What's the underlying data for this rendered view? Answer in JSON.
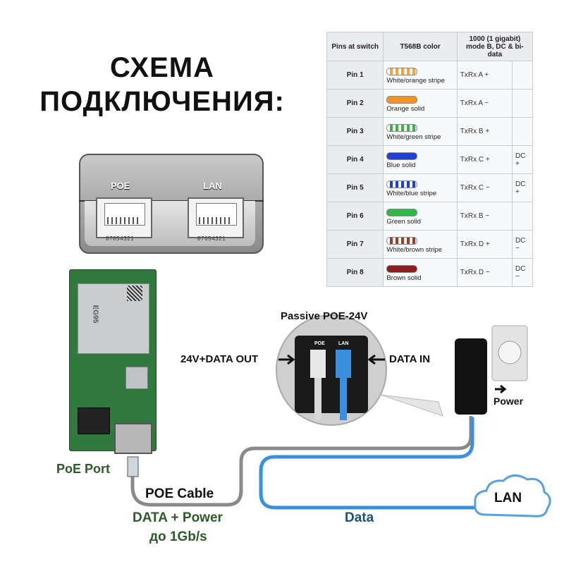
{
  "title": {
    "line1": "СХЕМА",
    "line2": "ПОДКЛЮЧЕНИЯ:"
  },
  "pin_table": {
    "headers": [
      "Pins at switch",
      "T568B color",
      "1000 (1 gigabit) mode B, DC & bi-data"
    ],
    "rows": [
      {
        "pin": "Pin 1",
        "color": "White/orange stripe",
        "wire": "#f7a536",
        "striped": true,
        "signal": "TxRx A +",
        "dc": ""
      },
      {
        "pin": "Pin 2",
        "color": "Orange solid",
        "wire": "#f7941d",
        "striped": false,
        "signal": "TxRx A −",
        "dc": ""
      },
      {
        "pin": "Pin 3",
        "color": "White/green stripe",
        "wire": "#3cb44b",
        "striped": true,
        "signal": "TxRx B +",
        "dc": ""
      },
      {
        "pin": "Pin 4",
        "color": "Blue solid",
        "wire": "#1f3fd8",
        "striped": false,
        "signal": "TxRx C +",
        "dc": "DC +"
      },
      {
        "pin": "Pin 5",
        "color": "White/blue stripe",
        "wire": "#1f3fd8",
        "striped": true,
        "signal": "TxRx C −",
        "dc": "DC +"
      },
      {
        "pin": "Pin 6",
        "color": "Green solid",
        "wire": "#2fb84a",
        "striped": false,
        "signal": "TxRx B −",
        "dc": ""
      },
      {
        "pin": "Pin 7",
        "color": "White/brown stripe",
        "wire": "#9b3b2b",
        "striped": true,
        "signal": "TxRx D +",
        "dc": "DC −"
      },
      {
        "pin": "Pin 8",
        "color": "Brown solid",
        "wire": "#8b1e1e",
        "striped": false,
        "signal": "TxRx D −",
        "dc": "DC −"
      }
    ]
  },
  "panel": {
    "poe_label": "POE",
    "lan_label": "LAN",
    "poe_pins": "87654321",
    "lan_pins": "87654321"
  },
  "diagram": {
    "injector_title": "Passive POE-24V",
    "out_label": "24V+DATA OUT",
    "in_label": "DATA IN",
    "injector_poe": "POE",
    "injector_lan": "LAN",
    "power_label": "Power",
    "poe_port_label": "PoE Port",
    "poe_cable_label": "POE Cable",
    "data_power_line1": "DATA + Power",
    "data_power_line2": "до 1Gb/s",
    "data_label": "Data",
    "lan_cloud_label": "LAN",
    "chip_label": "EG95",
    "colors": {
      "poe_cable": "#8a8a8a",
      "data_cable": "#3a8fe0",
      "board": "#2f7a3c",
      "label_green": "#2d5a2a",
      "label_blue": "#1d4f7a"
    }
  }
}
